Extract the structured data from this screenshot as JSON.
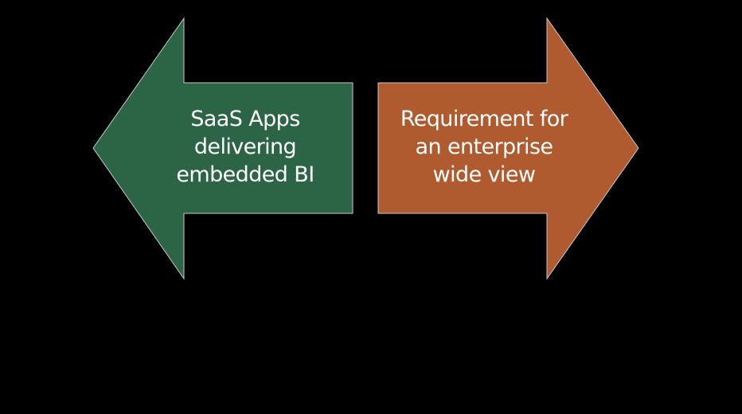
{
  "diagram": {
    "left_arrow": {
      "direction": "left",
      "fill_color": "#2c6446",
      "outline_color": "#c8c8c8",
      "lines": [
        "SaaS Apps",
        "delivering",
        "embedded BI"
      ]
    },
    "right_arrow": {
      "direction": "right",
      "fill_color": "#b05a2f",
      "outline_color": "#c8c8c8",
      "lines": [
        "Requirement for",
        "an enterprise",
        "wide view"
      ]
    },
    "background_color": "#000000"
  }
}
